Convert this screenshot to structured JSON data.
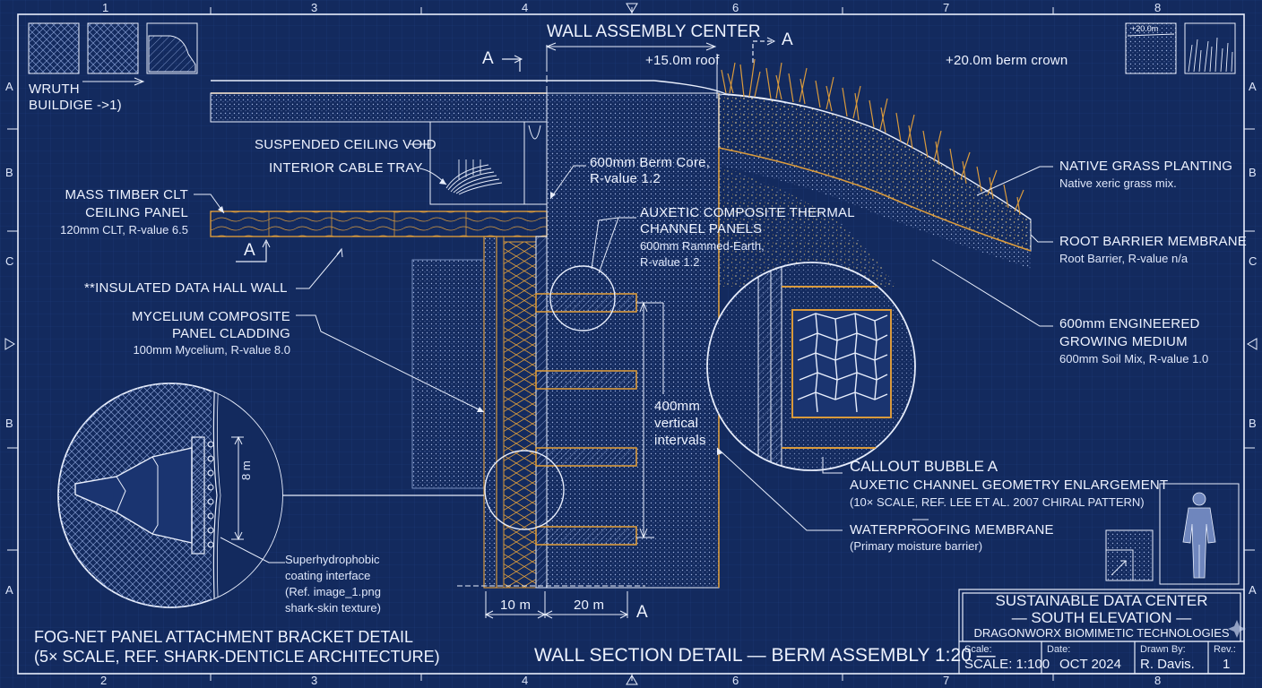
{
  "colors": {
    "background": "#132a5e",
    "line": "#e8eefc",
    "accent_orange": "#d99a3c",
    "grid": "#1d3a78"
  },
  "grid_refs": {
    "top": [
      "1",
      "3",
      "4",
      "6",
      "7",
      "8"
    ],
    "bottom": [
      "2",
      "3",
      "4",
      "6",
      "7",
      "8"
    ],
    "left": [
      "A",
      "B",
      "C",
      "B",
      "A"
    ],
    "right": [
      "A",
      "B",
      "C",
      "B",
      "A"
    ]
  },
  "corner_note": {
    "line1": "WRUTH",
    "line2": "BUILDIGE ->1)"
  },
  "thumb_label": "+20.0m",
  "top": {
    "wall_center": "WALL ASSEMBLY CENTER",
    "roof_level": "+15.0m roof",
    "berm_crown": "+20.0m berm crown",
    "section_marker": "A"
  },
  "labels": {
    "ceiling_void": "SUSPENDED CEILING VOID",
    "cable_tray": "INTERIOR CABLE TRAY",
    "clt_title1": "MASS TIMBER CLT",
    "clt_title2": "CEILING PANEL",
    "clt_spec": "120mm CLT, R-value 6.5",
    "data_hall_wall": "**INSULATED DATA HALL WALL",
    "mycelium_title1": "MYCELIUM COMPOSITE",
    "mycelium_title2": "PANEL CLADDING",
    "mycelium_spec": "100mm Mycelium, R-value 8.0",
    "berm_core1": "600mm Berm Core,",
    "berm_core2": "R-value 1.2",
    "auxetic_title1": "AUXETIC COMPOSITE THERMAL",
    "auxetic_title2": "CHANNEL PANELS",
    "auxetic_spec1": "600mm Rammed-Earth,",
    "auxetic_spec2": "R-value 1.2",
    "intervals1": "400mm",
    "intervals2": "vertical",
    "intervals3": "intervals",
    "grass_title": "NATIVE GRASS PLANTING",
    "grass_spec": "Native xeric grass mix.",
    "root_title": "ROOT BARRIER MEMBRANE",
    "root_spec": "Root Barrier, R-value n/a",
    "growing_title1": "600mm ENGINEERED",
    "growing_title2": "GROWING MEDIUM",
    "growing_spec": "600mm Soil Mix, R-value 1.0",
    "callout_title": "CALLOUT BUBBLE A",
    "callout_sub1": "AUXETIC CHANNEL GEOMETRY ENLARGEMENT",
    "callout_sub2": "(10× SCALE, REF. LEE ET AL. 2007 CHIRAL PATTERN)",
    "waterproof_title": "WATERPROOFING MEMBRANE",
    "waterproof_spec": "(Primary moisture barrier)",
    "bracket_dim": "8 m",
    "coating1": "Superhydrophobic",
    "coating2": "coating interface",
    "coating3": "(Ref. image_1.png",
    "coating4": "shark-skin texture)",
    "dim_10": "10 m",
    "dim_20": "20 m",
    "bottom_marker": "A"
  },
  "titles": {
    "fog_net1": "FOG-NET PANEL ATTACHMENT BRACKET DETAIL",
    "fog_net2": "(5× SCALE, REF. SHARK-DENTICLE ARCHITECTURE)",
    "section": "WALL SECTION DETAIL — BERM ASSEMBLY 1:20 —"
  },
  "title_block": {
    "project1": "SUSTAINABLE DATA CENTER",
    "project2": "— SOUTH ELEVATION —",
    "company": "DRAGONWORX BIOMIMETIC TECHNOLOGIES",
    "scale_label": "Scale:",
    "scale_value": "SCALE: 1:100",
    "date_label": "Date:",
    "date_value": "OCT 2024",
    "drawn_label": "Drawn By:",
    "drawn_value": "R. Davis.",
    "rev_label": "Rev.:",
    "rev_value": "1"
  }
}
